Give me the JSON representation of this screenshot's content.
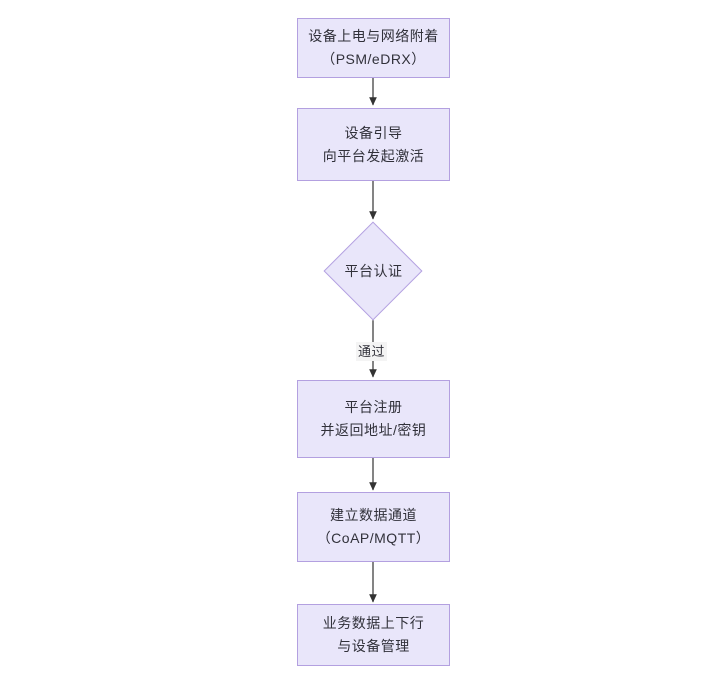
{
  "diagram": {
    "type": "flowchart",
    "orientation": "top-to-bottom",
    "background_color": "#ffffff",
    "node_fill_color": "#e9e6fa",
    "node_border_color": "#b3a0e0",
    "text_color": "#31313a",
    "connector_color": "#333333",
    "nodes": [
      {
        "id": "n1",
        "shape": "rectangle",
        "lines": [
          "设备上电与网络附着",
          "（PSM/eDRX）"
        ]
      },
      {
        "id": "n2",
        "shape": "rectangle",
        "lines": [
          "设备引导",
          "向平台发起激活"
        ]
      },
      {
        "id": "n3",
        "shape": "diamond",
        "lines": [
          "平台认证"
        ]
      },
      {
        "id": "n4",
        "shape": "rectangle",
        "lines": [
          "平台注册",
          "并返回地址/密钥"
        ]
      },
      {
        "id": "n5",
        "shape": "rectangle",
        "lines": [
          "建立数据通道",
          "（CoAP/MQTT）"
        ]
      },
      {
        "id": "n6",
        "shape": "rectangle",
        "lines": [
          "业务数据上下行",
          "与设备管理"
        ]
      }
    ],
    "edges": [
      {
        "from": "n1",
        "to": "n2",
        "label": ""
      },
      {
        "from": "n2",
        "to": "n3",
        "label": ""
      },
      {
        "from": "n3",
        "to": "n4",
        "label": "通过"
      },
      {
        "from": "n4",
        "to": "n5",
        "label": ""
      },
      {
        "from": "n5",
        "to": "n6",
        "label": ""
      }
    ]
  }
}
